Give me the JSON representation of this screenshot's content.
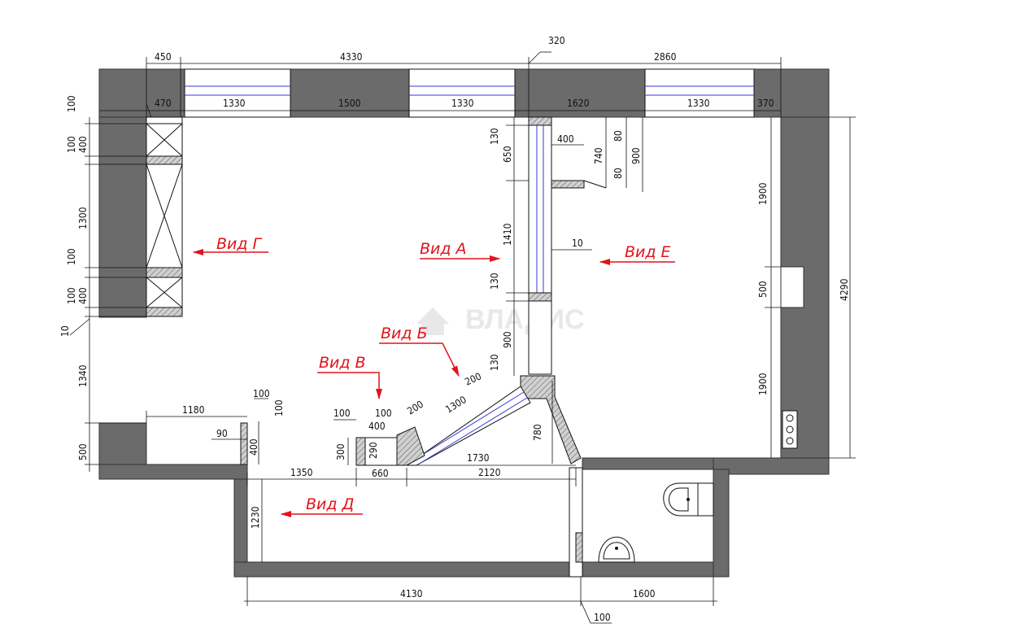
{
  "watermark": "ВЛАДИС",
  "views": {
    "a": "Вид А",
    "b": "Вид Б",
    "v": "Вид В",
    "g": "Вид Г",
    "d": "Вид Д",
    "e": "Вид Е"
  },
  "dims": {
    "top_450": "450",
    "top_4330": "4330",
    "top_320": "320",
    "top_2860": "2860",
    "row_470": "470",
    "row_1330a": "1330",
    "row_1500": "1500",
    "row_1330b": "1330",
    "row_1620": "1620",
    "row_1330c": "1330",
    "row_370": "370",
    "left_100a": "100",
    "left_100b": "100",
    "left_400a": "400",
    "left_1300": "1300",
    "left_100c": "100",
    "left_100d": "100",
    "left_400b": "400",
    "left_10": "10",
    "left_1340": "1340",
    "left_500": "500",
    "mid_130a": "130",
    "mid_650": "650",
    "mid_400": "400",
    "mid_80a": "80",
    "mid_740": "740",
    "mid_80b": "80",
    "mid_900a": "900",
    "mid_1410": "1410",
    "mid_10": "10",
    "mid_130b": "130",
    "mid_900b": "900",
    "mid_130c": "130",
    "mid_200a": "200",
    "mid_1300": "1300",
    "mid_200b": "200",
    "mid_780": "780",
    "mid_1730": "1730",
    "mid_2120": "2120",
    "right_1900a": "1900",
    "right_500": "500",
    "right_1900b": "1900",
    "right_4290": "4290",
    "low_1180": "1180",
    "low_100a": "100",
    "low_100b": "100",
    "low_90": "90",
    "low_400a": "400",
    "low_100c": "100",
    "low_100d": "100",
    "low_400b": "400",
    "low_300": "300",
    "low_290": "290",
    "low_1350": "1350",
    "low_660": "660",
    "low_1230": "1230",
    "bot_4130": "4130",
    "bot_1600": "1600",
    "bot_100": "100"
  }
}
